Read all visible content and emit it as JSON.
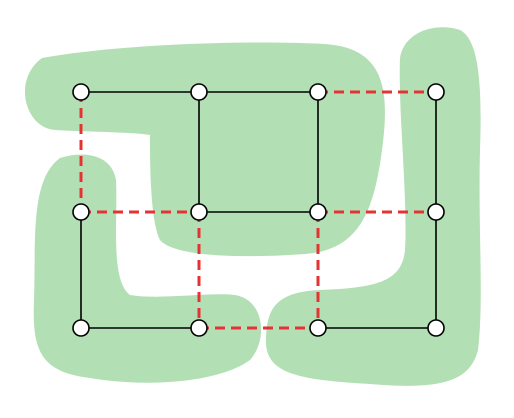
{
  "colors": {
    "region_fill": "#b3dfb4",
    "solid_edge": "#000000",
    "dashed_edge": "#e53333",
    "node_fill": "#ffffff",
    "node_stroke": "#000000"
  },
  "graph": {
    "nodes": [
      {
        "id": "n00",
        "row": 0,
        "col": 0
      },
      {
        "id": "n01",
        "row": 0,
        "col": 1
      },
      {
        "id": "n02",
        "row": 0,
        "col": 2
      },
      {
        "id": "n03",
        "row": 0,
        "col": 3
      },
      {
        "id": "n10",
        "row": 1,
        "col": 0
      },
      {
        "id": "n11",
        "row": 1,
        "col": 1
      },
      {
        "id": "n12",
        "row": 1,
        "col": 2
      },
      {
        "id": "n13",
        "row": 1,
        "col": 3
      },
      {
        "id": "n20",
        "row": 2,
        "col": 0
      },
      {
        "id": "n21",
        "row": 2,
        "col": 1
      },
      {
        "id": "n22",
        "row": 2,
        "col": 2
      },
      {
        "id": "n23",
        "row": 2,
        "col": 3
      }
    ],
    "solid_edges": [
      [
        "n00",
        "n01"
      ],
      [
        "n01",
        "n02"
      ],
      [
        "n01",
        "n11"
      ],
      [
        "n02",
        "n12"
      ],
      [
        "n11",
        "n12"
      ],
      [
        "n03",
        "n13"
      ],
      [
        "n13",
        "n23"
      ],
      [
        "n22",
        "n23"
      ],
      [
        "n10",
        "n20"
      ],
      [
        "n20",
        "n21"
      ]
    ],
    "dashed_edges": [
      [
        "n00",
        "n10"
      ],
      [
        "n02",
        "n03"
      ],
      [
        "n10",
        "n11"
      ],
      [
        "n12",
        "n13"
      ],
      [
        "n11",
        "n21"
      ],
      [
        "n21",
        "n22"
      ],
      [
        "n12",
        "n22"
      ]
    ]
  },
  "regions": [
    {
      "name": "region-top-spiral"
    },
    {
      "name": "region-left-l"
    },
    {
      "name": "region-right-j"
    }
  ]
}
